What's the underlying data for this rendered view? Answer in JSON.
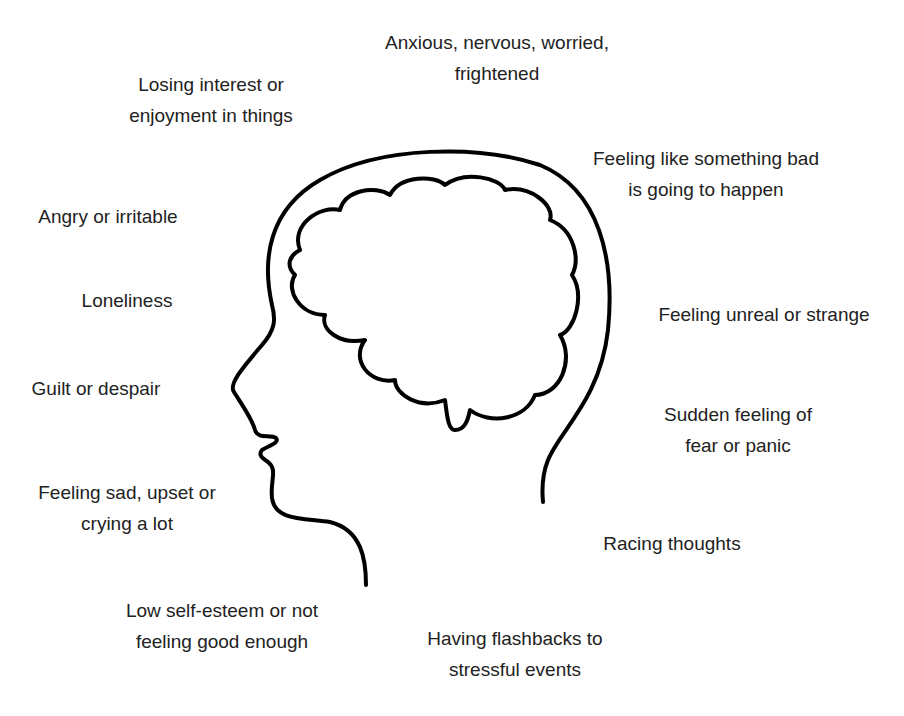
{
  "diagram": {
    "labels": [
      "Anxious, nervous, worried, frightened",
      "Losing interest or enjoyment in things",
      "Feeling like something bad is going to happen",
      "Angry or irritable",
      "Loneliness",
      "Feeling unreal or strange",
      "Guilt or despair",
      "Sudden feeling of fear or panic",
      "Feeling sad, upset or crying a lot",
      "Racing thoughts",
      "Low self-esteem or not feeling good enough",
      "Having flashbacks to stressful events"
    ]
  }
}
